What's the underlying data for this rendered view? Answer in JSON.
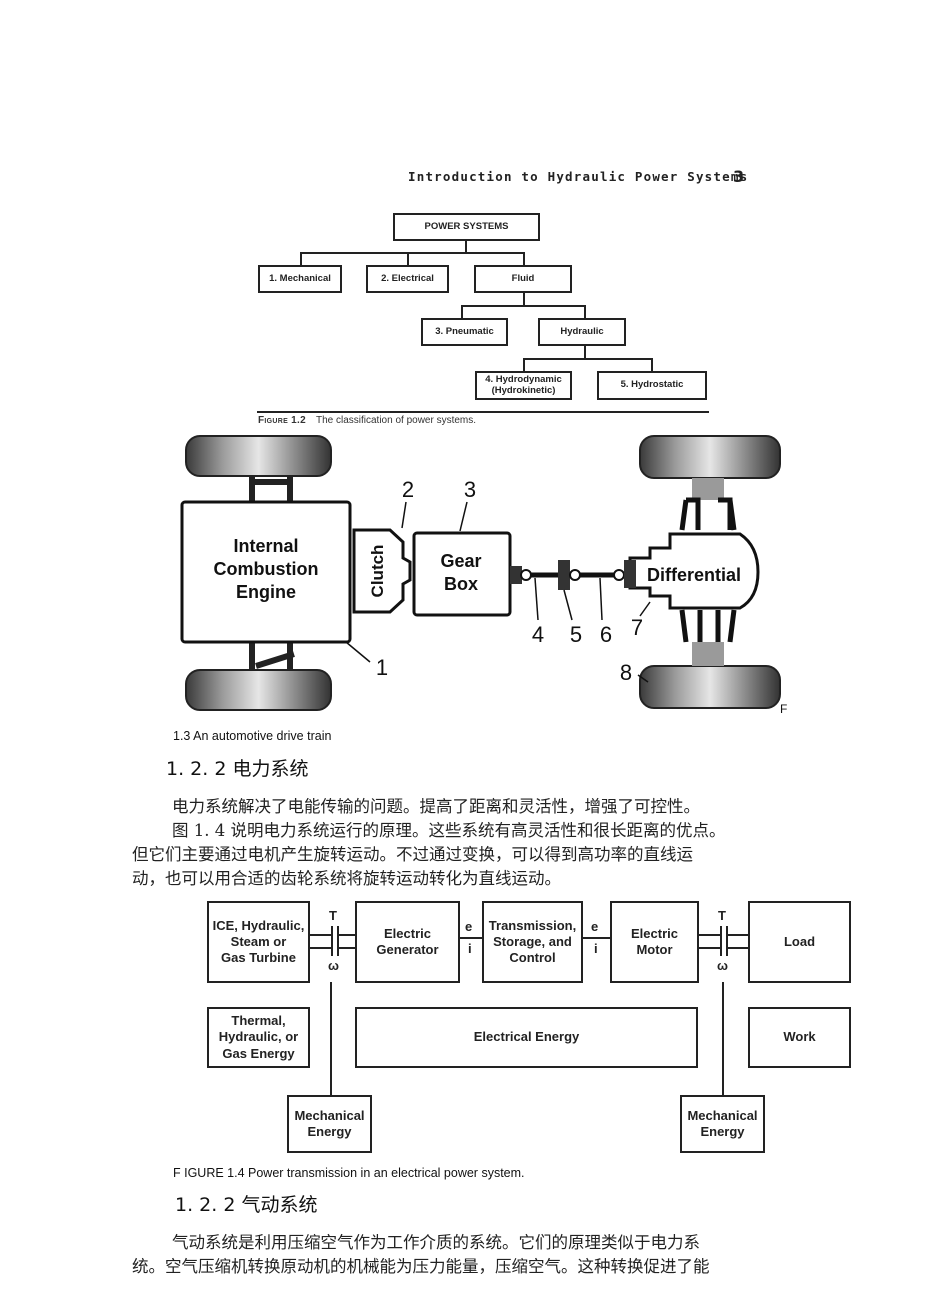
{
  "running_head": {
    "title": "Introduction to Hydraulic Power Systems",
    "page_number": "3"
  },
  "figure_1_2": {
    "nodes": {
      "root": "POWER SYSTEMS",
      "mechanical": "1. Mechanical",
      "electrical": "2. Electrical",
      "fluid": "Fluid",
      "pneumatic": "3. Pneumatic",
      "hydraulic": "Hydraulic",
      "hydrodynamic_line1": "4. Hydrodynamic",
      "hydrodynamic_line2": "(Hydrokinetic)",
      "hydrostatic": "5. Hydrostatic"
    },
    "caption_label": "Figure 1.2",
    "caption_text": "The classification of power systems."
  },
  "figure_1_3": {
    "engine_line1": "Internal",
    "engine_line2": "Combustion",
    "engine_line3": "Engine",
    "clutch": "Clutch",
    "gearbox_line1": "Gear",
    "gearbox_line2": "Box",
    "differential": "Differential",
    "callouts": [
      "1",
      "2",
      "3",
      "4",
      "5",
      "6",
      "7",
      "8"
    ],
    "stray_letter": "F",
    "caption": "1.3 An automotive drive train"
  },
  "section_electrical": {
    "heading": "1. 2. 2 电力系统",
    "paragraph1": "电力系统解决了电能传输的问题。提高了距离和灵活性，增强了可控性。",
    "paragraph2_lines": [
      "图 1. 4 说明电力系统运行的原理。这些系统有高灵活性和很长距离的优点。",
      "但它们主要通过电机产生旋转运动。不过通过变换，可以得到高功率的直线运",
      "动，也可以用合适的齿轮系统将旋转运动转化为直线运动。"
    ]
  },
  "figure_1_4": {
    "prime_mover_lines": [
      "ICE, Hydraulic,",
      "Steam or",
      "Gas Turbine"
    ],
    "generator_lines": [
      "Electric",
      "Generator"
    ],
    "transmission_lines": [
      "Transmission,",
      "Storage, and",
      "Control"
    ],
    "motor_lines": [
      "Electric",
      "Motor"
    ],
    "load": "Load",
    "thermal_lines": [
      "Thermal,",
      "Hydraulic, or",
      "Gas Energy"
    ],
    "electrical_energy": "Electrical Energy",
    "work": "Work",
    "mech_energy_left_lines": [
      "Mechanical",
      "Energy"
    ],
    "mech_energy_right_lines": [
      "Mechanical",
      "Energy"
    ],
    "torque_symbol": "T",
    "omega_symbol": "ω",
    "voltage_symbol": "e",
    "current_symbol": "i",
    "caption": "F IGURE 1.4 Power transmission in an electrical power system."
  },
  "section_pneumatic": {
    "heading": "1. 2. 2  气动系统",
    "paragraph_lines": [
      "气动系统是利用压缩空气作为工作介质的系统。它们的原理类似于电力系",
      "统。空气压缩机转换原动机的机械能为压力能量，压缩空气。这种转换促进了能"
    ]
  }
}
